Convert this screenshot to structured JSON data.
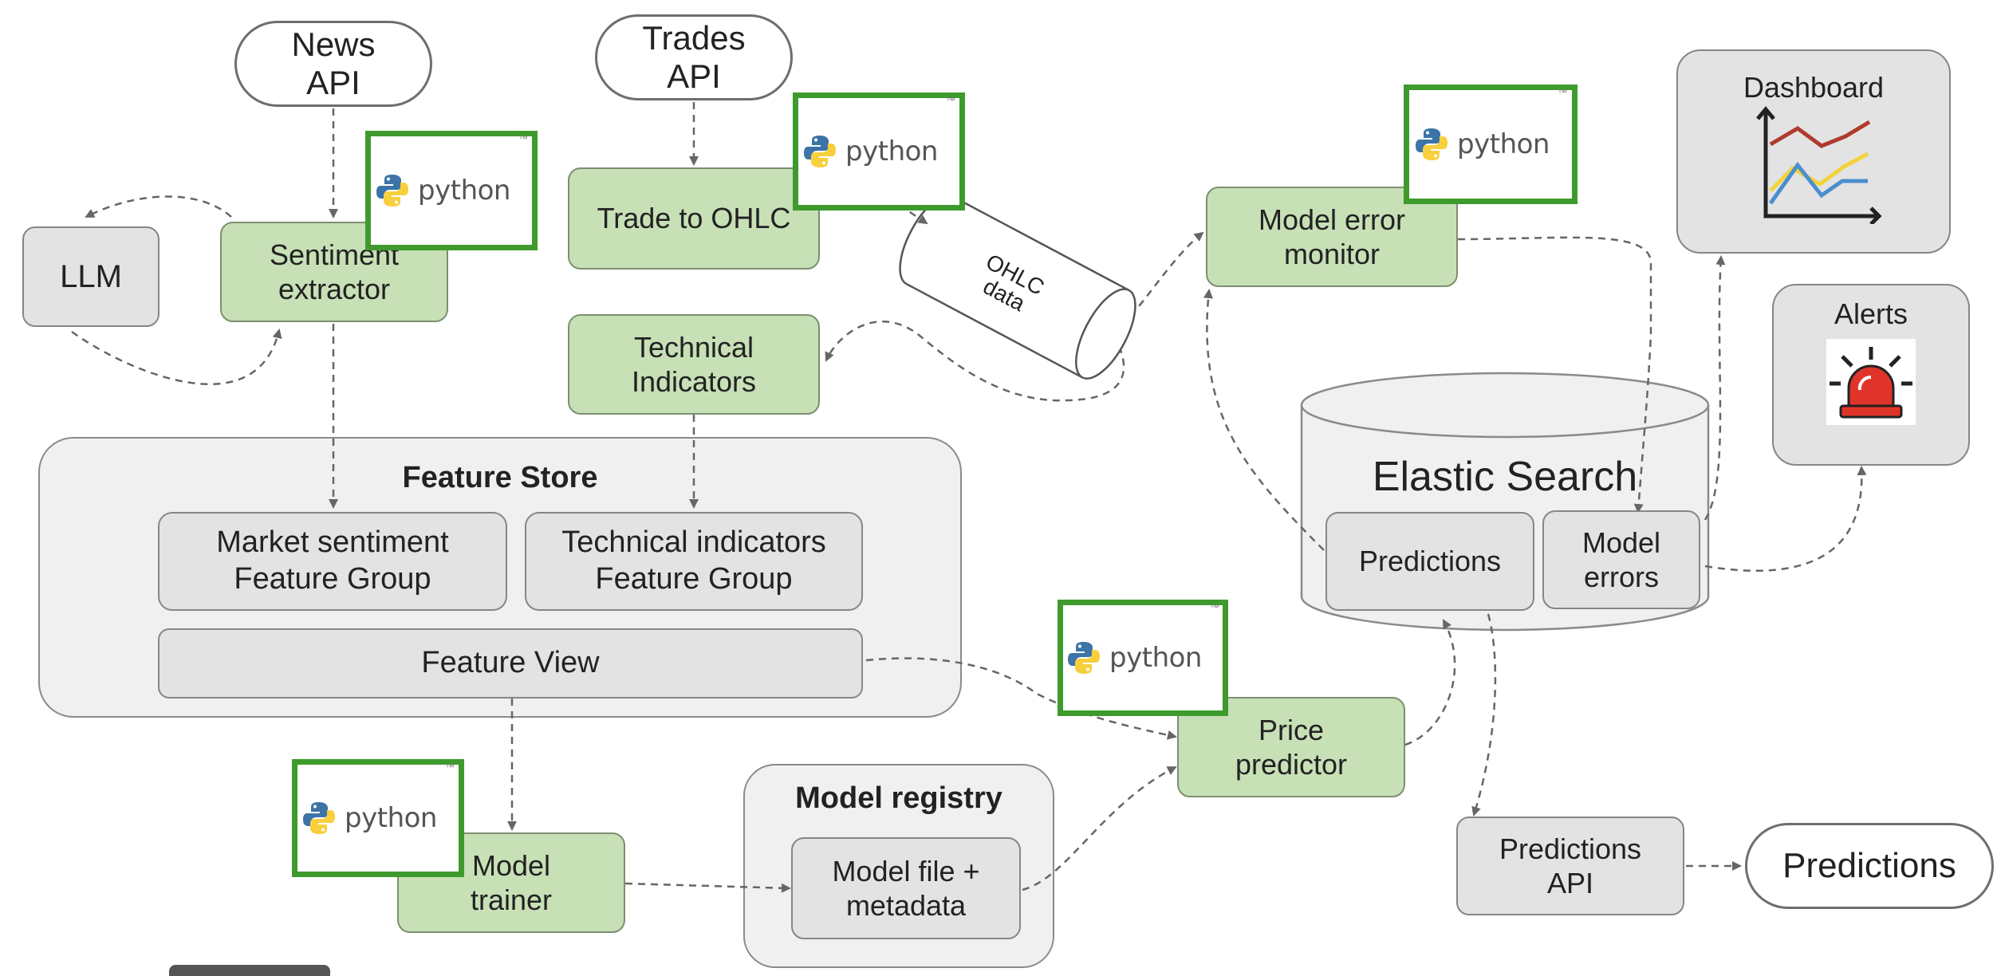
{
  "nodes": {
    "news_api": "News\nAPI",
    "trades_api": "Trades\nAPI",
    "llm": "LLM",
    "sentiment_extractor": "Sentiment\nextractor",
    "trade_to_ohlc": "Trade to OHLC",
    "ohlc_data": "OHLC\ndata",
    "technical_indicators": "Technical\nIndicators",
    "model_error_monitor": "Model error\nmonitor",
    "dashboard": "Dashboard",
    "alerts": "Alerts",
    "elastic_search": "Elastic Search",
    "es_predictions": "Predictions",
    "es_model_errors": "Model\nerrors",
    "feature_store": "Feature Store",
    "market_sentiment_fg": "Market sentiment\nFeature Group",
    "technical_indicators_fg": "Technical indicators\nFeature Group",
    "feature_view": "Feature View",
    "price_predictor": "Price\npredictor",
    "model_registry": "Model registry",
    "model_file": "Model file +\nmetadata",
    "model_trainer": "Model\ntrainer",
    "predictions_api": "Predictions\nAPI",
    "predictions_output": "Predictions"
  },
  "python_badge": {
    "label": "python",
    "tm": "™"
  },
  "colors": {
    "service_green": "#c7e0b6",
    "storage_grey": "#e3e3e3",
    "python_border": "#3f9a2e",
    "arrow": "#666666",
    "alert_red": "#e0342b",
    "chart_red": "#b03a2e",
    "chart_yellow": "#f2d33a",
    "chart_blue": "#4a8fd0"
  },
  "icons": [
    "python-logo-icon",
    "line-chart-icon",
    "siren-icon"
  ]
}
